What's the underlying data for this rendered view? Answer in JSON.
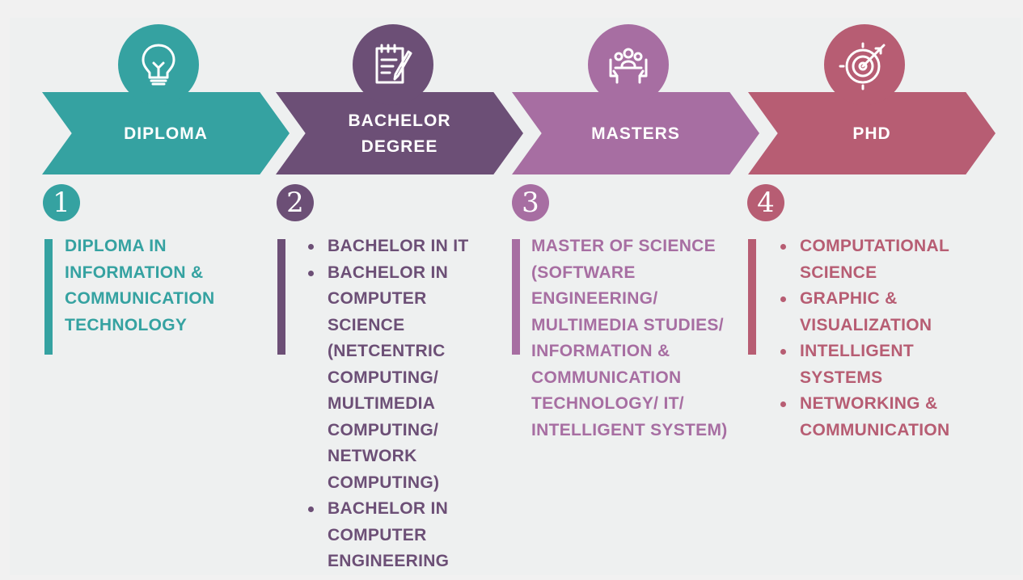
{
  "stages": [
    {
      "id": "diploma",
      "title": "DIPLOMA",
      "number": "1",
      "icon": "lightbulb-icon",
      "color": "#35a2a1",
      "text": "DIPLOMA IN INFORMATION & COMMUNICATION TECHNOLOGY"
    },
    {
      "id": "bachelor",
      "title": "BACHELOR DEGREE",
      "number": "2",
      "icon": "notepad-pencil-icon",
      "color": "#6c4f76",
      "items": [
        "BACHELOR IN IT",
        "BACHELOR IN COMPUTER SCIENCE (NETCENTRIC COMPUTING/ MULTIMEDIA COMPUTING/ NETWORK COMPUTING)",
        "BACHELOR IN COMPUTER ENGINEERING"
      ]
    },
    {
      "id": "masters",
      "title": "MASTERS",
      "number": "3",
      "icon": "meeting-icon",
      "color": "#a76ea2",
      "text": "MASTER OF SCIENCE (SOFTWARE ENGINEERING/ MULTIMEDIA STUDIES/ INFORMATION & COMMUNICATION TECHNOLOGY/ IT/ INTELLIGENT SYSTEM)"
    },
    {
      "id": "phd",
      "title": "PHD",
      "number": "4",
      "icon": "target-icon",
      "color": "#b75d73",
      "items": [
        "COMPUTATIONAL SCIENCE",
        "GRAPHIC & VISUALIZATION",
        "INTELLIGENT SYSTEMS",
        "NETWORKING & COMMUNICATION"
      ]
    }
  ]
}
